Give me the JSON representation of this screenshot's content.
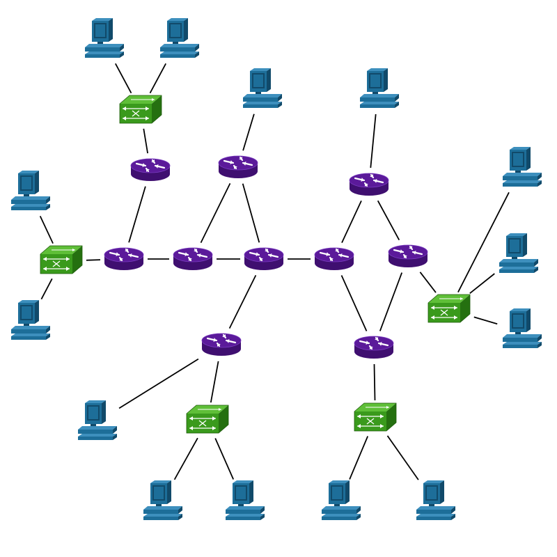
{
  "colors": {
    "background": "#ffffff",
    "link": "#000000",
    "router": "#5b1a9a",
    "router_dark": "#3f0f70",
    "router_light": "#7a3cc0",
    "switch": "#3a9a1c",
    "switch_dark": "#257010",
    "switch_light": "#5fbf38",
    "computer": "#1d6e99",
    "computer_dark": "#114a6a",
    "computer_light": "#3d8fbd"
  },
  "icons": {
    "router": "router-icon",
    "switch": "switch-icon",
    "computer": "computer-icon"
  },
  "nodes": [
    {
      "id": "pc-1",
      "kind": "computer"
    },
    {
      "id": "pc-2",
      "kind": "computer"
    },
    {
      "id": "pc-3",
      "kind": "computer"
    },
    {
      "id": "pc-4",
      "kind": "computer"
    },
    {
      "id": "pc-5",
      "kind": "computer"
    },
    {
      "id": "pc-6",
      "kind": "computer"
    },
    {
      "id": "pc-7",
      "kind": "computer"
    },
    {
      "id": "pc-8",
      "kind": "computer"
    },
    {
      "id": "pc-9",
      "kind": "computer"
    },
    {
      "id": "pc-10",
      "kind": "computer"
    },
    {
      "id": "pc-11",
      "kind": "computer"
    },
    {
      "id": "pc-12",
      "kind": "computer"
    },
    {
      "id": "pc-13",
      "kind": "computer"
    },
    {
      "id": "pc-14",
      "kind": "computer"
    },
    {
      "id": "pc-15",
      "kind": "computer"
    },
    {
      "id": "switch-1",
      "kind": "switch"
    },
    {
      "id": "switch-2",
      "kind": "switch"
    },
    {
      "id": "switch-3",
      "kind": "switch"
    },
    {
      "id": "switch-4",
      "kind": "switch"
    },
    {
      "id": "switch-5",
      "kind": "switch"
    },
    {
      "id": "router-1",
      "kind": "router"
    },
    {
      "id": "router-2",
      "kind": "router"
    },
    {
      "id": "router-3",
      "kind": "router"
    },
    {
      "id": "router-4",
      "kind": "router"
    },
    {
      "id": "router-5",
      "kind": "router"
    },
    {
      "id": "router-6",
      "kind": "router"
    },
    {
      "id": "router-7",
      "kind": "router"
    },
    {
      "id": "router-8",
      "kind": "router"
    },
    {
      "id": "router-9",
      "kind": "router"
    },
    {
      "id": "router-10",
      "kind": "router"
    }
  ],
  "links": [
    [
      "pc-1",
      "switch-1"
    ],
    [
      "pc-2",
      "switch-1"
    ],
    [
      "switch-1",
      "router-1"
    ],
    [
      "router-1",
      "router-3"
    ],
    [
      "pc-3",
      "router-2"
    ],
    [
      "router-2",
      "router-4"
    ],
    [
      "router-2",
      "router-5"
    ],
    [
      "pc-4",
      "router-6"
    ],
    [
      "router-6",
      "router-7"
    ],
    [
      "router-6",
      "router-8"
    ],
    [
      "pc-5",
      "switch-2"
    ],
    [
      "pc-6",
      "switch-2"
    ],
    [
      "switch-2",
      "router-3"
    ],
    [
      "router-3",
      "router-4"
    ],
    [
      "router-4",
      "router-5"
    ],
    [
      "router-5",
      "router-7"
    ],
    [
      "router-5",
      "router-9"
    ],
    [
      "router-7",
      "router-10"
    ],
    [
      "router-8",
      "router-10"
    ],
    [
      "router-8",
      "switch-3"
    ],
    [
      "pc-7",
      "switch-3"
    ],
    [
      "pc-8",
      "switch-3"
    ],
    [
      "pc-9",
      "switch-3"
    ],
    [
      "router-9",
      "pc-10"
    ],
    [
      "router-9",
      "switch-4"
    ],
    [
      "switch-4",
      "pc-11"
    ],
    [
      "switch-4",
      "pc-12"
    ],
    [
      "router-10",
      "switch-5"
    ],
    [
      "switch-5",
      "pc-13"
    ],
    [
      "switch-5",
      "pc-14"
    ]
  ]
}
